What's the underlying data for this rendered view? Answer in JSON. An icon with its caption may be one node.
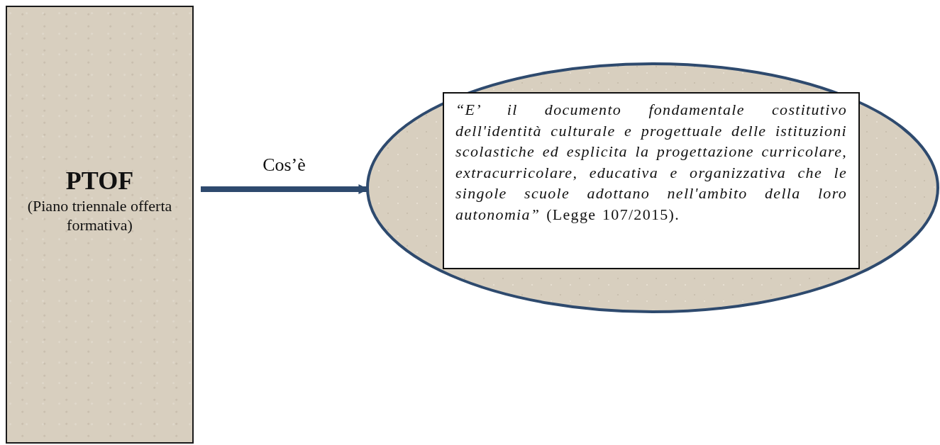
{
  "diagram": {
    "nodes": [
      {
        "text": [
          "PTOF",
          "(Piano triennale offerta formativa)"
        ]
      },
      {
        "text": [],
        "shape": "ellipse"
      },
      {
        "text": [
          "*“E’ il documento fondamentale costitutivo dell'identità culturale e progettuale delle istituzioni scolastiche ed esplicita la progettazione curricolare, extracurricolare, educativa e organizzativa che le singole scuole adottano nell'ambito della loro autonomia”* (Legge 107/2015)."
        ],
        "in": 1
      }
    ],
    "edges": [
      {
        "from": 0,
        "to": 1,
        "arrow": "to",
        "label": "Cos’è"
      }
    ]
  }
}
